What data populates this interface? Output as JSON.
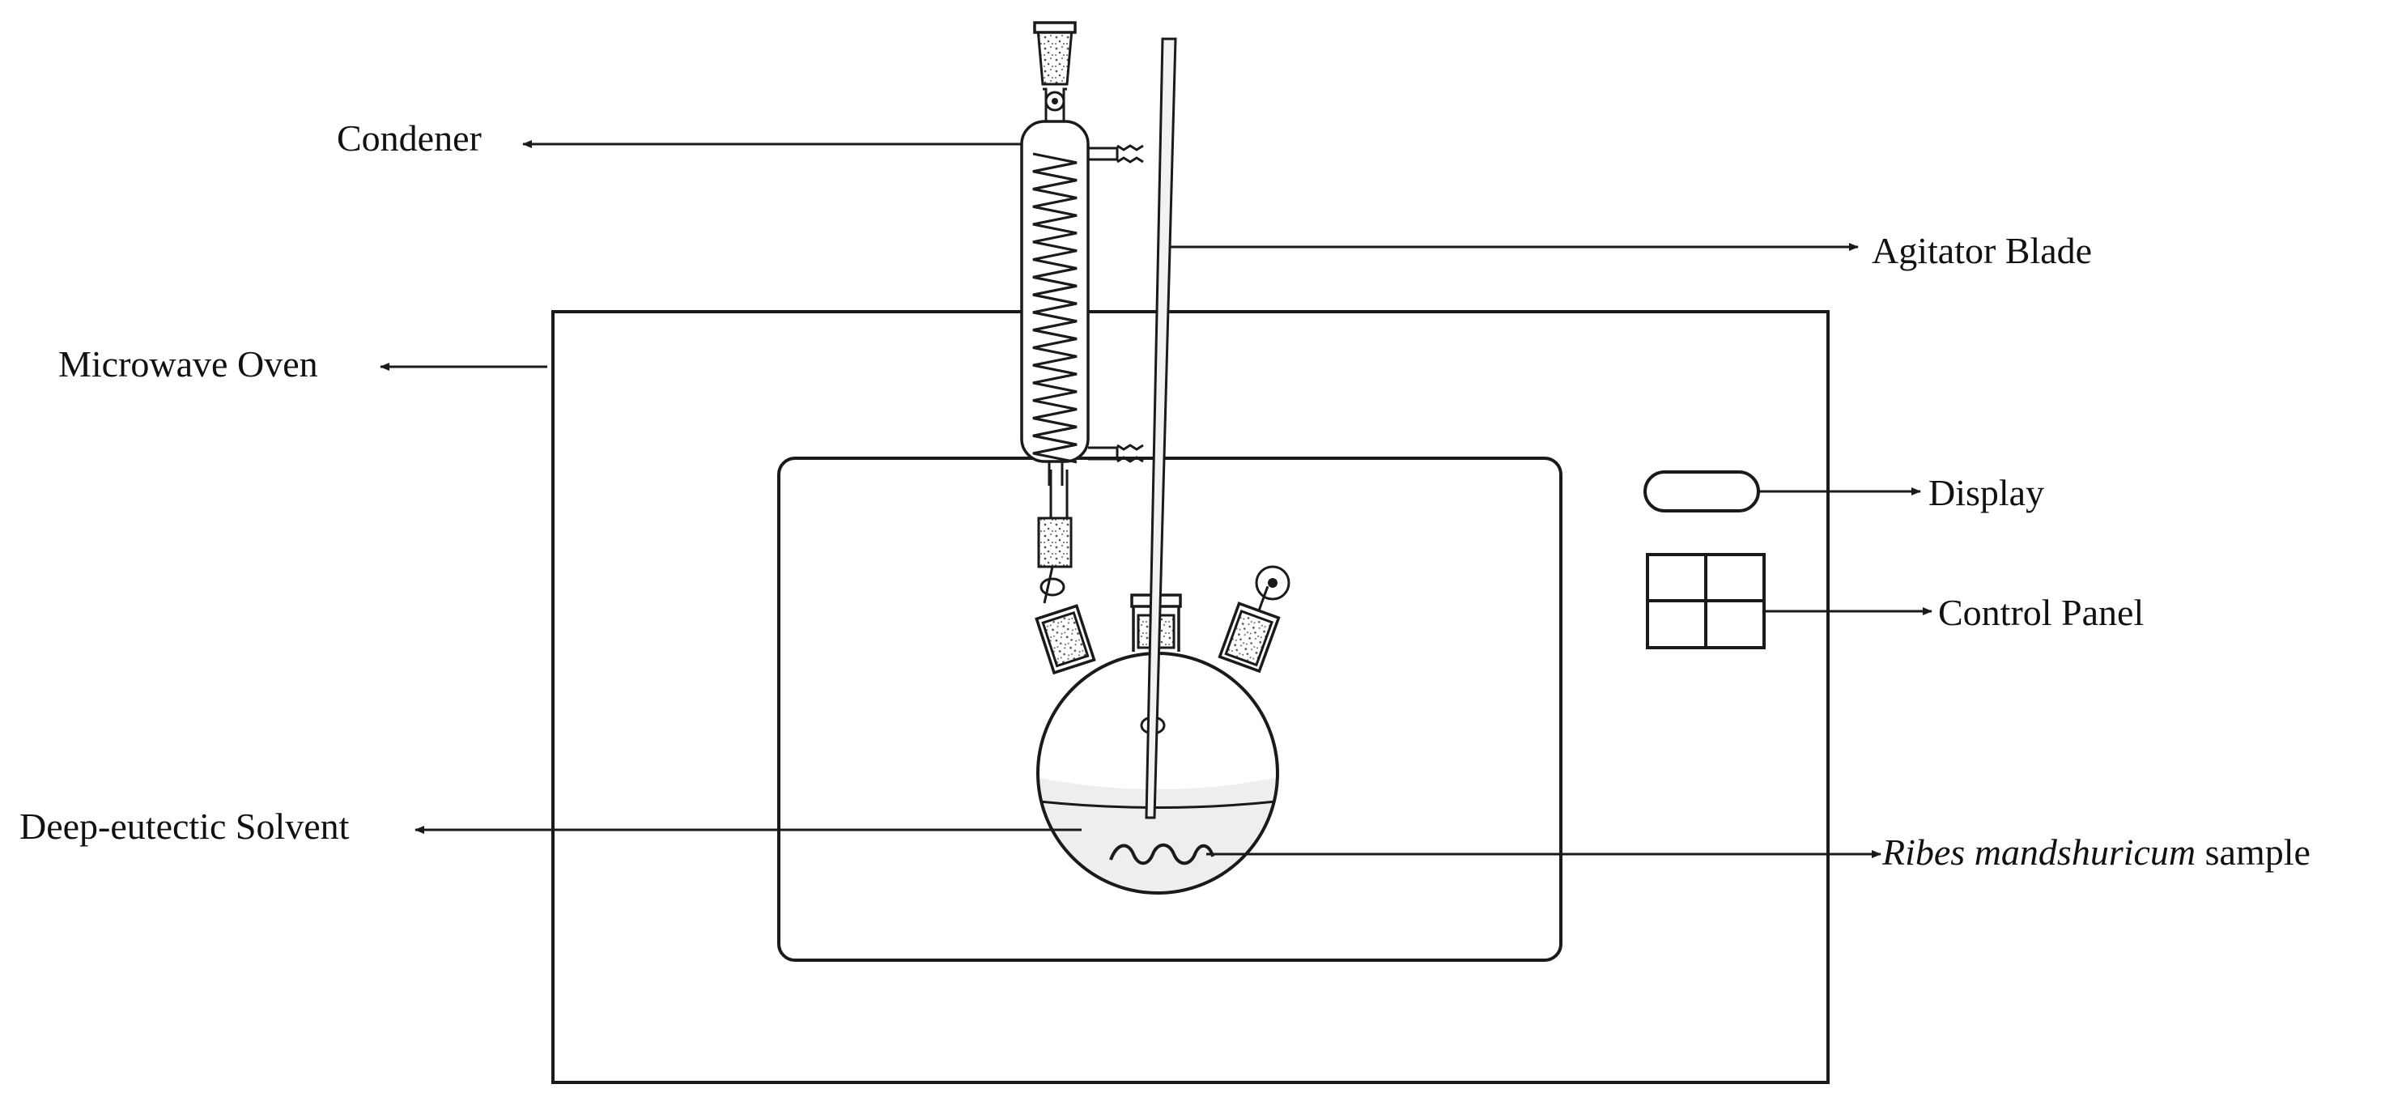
{
  "labels": {
    "condenser": "Condener",
    "agitator": "Agitator Blade",
    "microwave": "Microwave Oven",
    "display": "Display",
    "control_panel": "Control Panel",
    "solvent": "Deep-eutectic Solvent",
    "sample_italic": "Ribes mandshuricum",
    "sample_rest": " sample"
  },
  "colors": {
    "line": "#1a1a1a",
    "solvent_fill": "#eeeeee"
  }
}
